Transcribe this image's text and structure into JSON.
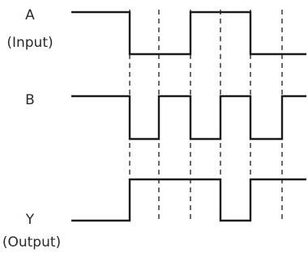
{
  "labels": {
    "a_name": "A",
    "a_sub": "(Input)",
    "b_name": "B",
    "y_name": "Y",
    "y_sub": "(Output)"
  },
  "signals": {
    "A": [
      1,
      0,
      0,
      1,
      1,
      0,
      0
    ],
    "B": [
      1,
      0,
      1,
      0,
      1,
      0,
      1
    ],
    "Y": [
      0,
      1,
      1,
      1,
      0,
      1,
      1
    ]
  }
}
